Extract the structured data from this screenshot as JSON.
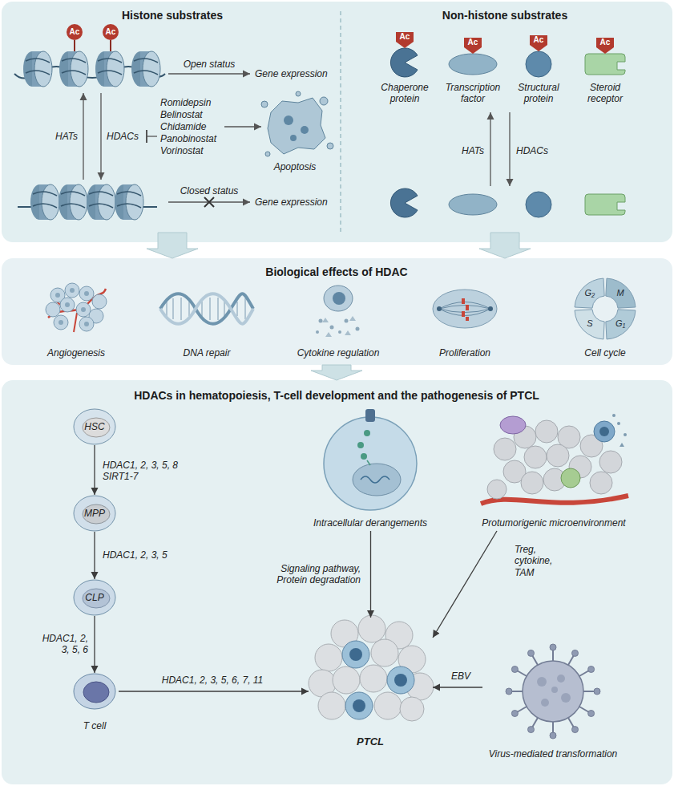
{
  "diagram": {
    "nodes": [
      {
        "text": [
          "Histone substrates",
          "Non-histone substrates"
        ]
      },
      {
        "text": [
          "Biological effects of HDAC"
        ]
      },
      {
        "text": [
          "HDACs in hematopoiesis, T-cell development and the pathogenesis of PTCL"
        ]
      },
      {
        "text": [
          "HSC"
        ],
        "in": 2
      },
      {
        "text": [
          "MPP"
        ],
        "in": 2
      },
      {
        "text": [
          "CLP"
        ],
        "in": 2
      },
      {
        "text": [
          "T cell"
        ],
        "in": 2
      },
      {
        "text": [
          "PTCL"
        ],
        "in": 2
      },
      {
        "text": [
          "Intracellular derangements"
        ],
        "in": 2
      },
      {
        "text": [
          "Protumorigenic microenvironment"
        ],
        "in": 2
      },
      {
        "text": [
          "Virus-mediated transformation"
        ],
        "in": 2
      }
    ],
    "edges": [
      {
        "from": 0,
        "to": 1,
        "arrow": "to"
      },
      {
        "from": 0,
        "to": 1,
        "arrow": "to"
      },
      {
        "from": 1,
        "to": 2,
        "arrow": "to"
      },
      {
        "from": 3,
        "to": 4,
        "label": "HDAC1, 2, 3, 5, 8 SIRT1-7",
        "arrow": "to"
      },
      {
        "from": 4,
        "to": 5,
        "label": "HDAC1, 2, 3, 5",
        "arrow": "to"
      },
      {
        "from": 5,
        "to": 6,
        "label": "HDAC1, 2, 3, 5, 6",
        "arrow": "to"
      },
      {
        "from": 6,
        "to": 7,
        "label": "HDAC1, 2, 3, 5, 6, 7, 11",
        "arrow": "to"
      },
      {
        "from": 8,
        "to": 7,
        "label": "Signaling pathway, Protein degradation",
        "arrow": "to"
      },
      {
        "from": 9,
        "to": 7,
        "label": "Treg, cytokine, TAM",
        "arrow": "to"
      },
      {
        "from": 10,
        "to": 7,
        "label": "EBV",
        "arrow": "to"
      }
    ],
    "labels": [
      "Ac",
      "Ac",
      "Open status",
      "Gene expression",
      "HATs",
      "HDACs",
      "Romidepsin",
      "Belinostat",
      "Chidamide",
      "Panobinostat",
      "Vorinostat",
      "Apoptosis",
      "Closed status",
      "Gene expression",
      "Ac",
      "Ac",
      "Ac",
      "Ac",
      "Chaperone protein",
      "Transcription factor",
      "Structural protein",
      "Steroid receptor",
      "HATs",
      "HDACs",
      "Angiogenesis",
      "DNA repair",
      "Cytokine regulation",
      "Proliferation",
      "G₂",
      "M",
      "G₁",
      "S",
      "Cell cycle"
    ]
  }
}
